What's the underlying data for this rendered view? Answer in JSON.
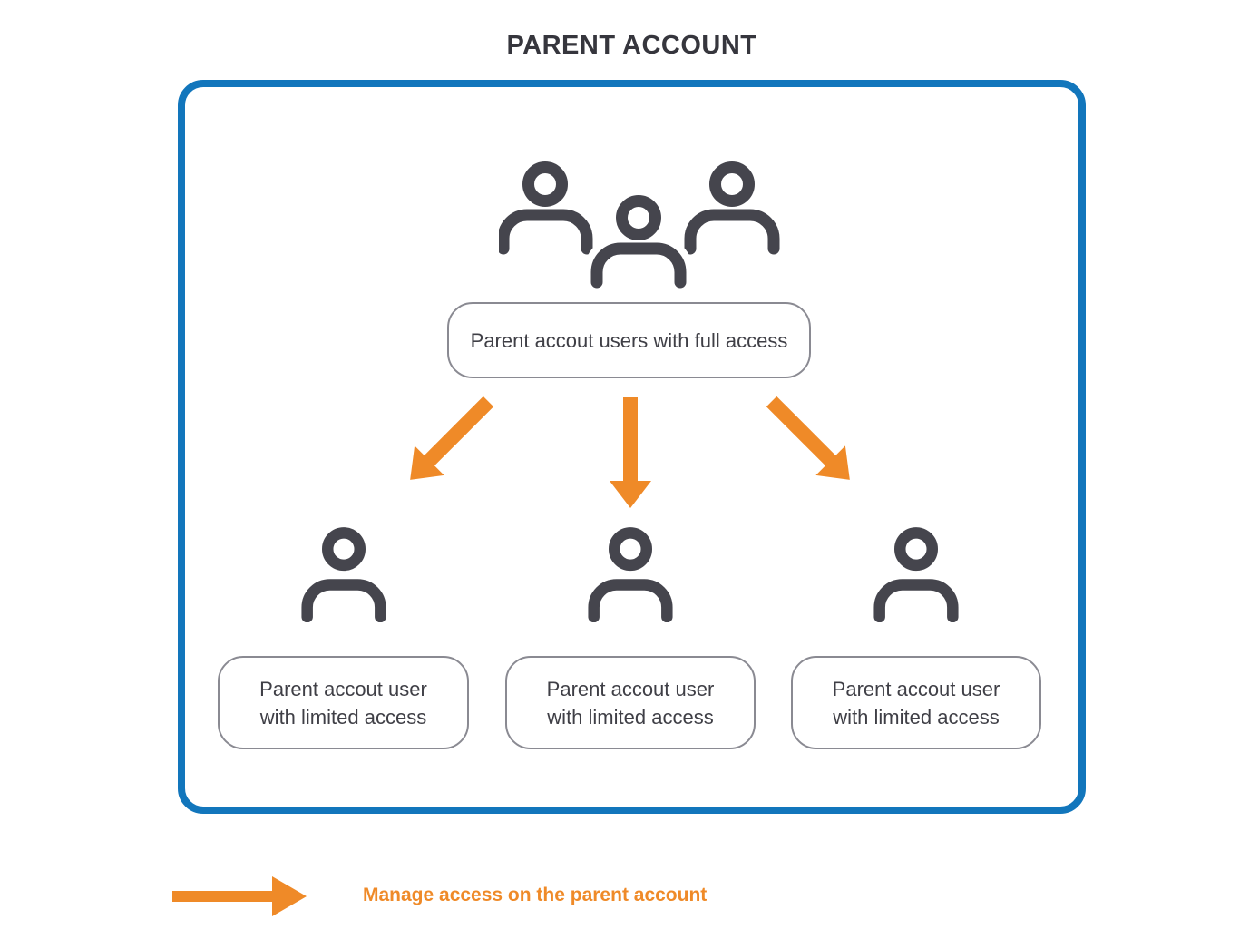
{
  "title": "PARENT ACCOUNT",
  "parent_box": {
    "full_access_group": {
      "icon": "users-group-icon",
      "label": "Parent accout users with full access"
    },
    "limited_users": [
      {
        "icon": "user-icon",
        "label_line1": "Parent accout user",
        "label_line2": "with limited access"
      },
      {
        "icon": "user-icon",
        "label_line1": "Parent accout user",
        "label_line2": "with limited access"
      },
      {
        "icon": "user-icon",
        "label_line1": "Parent accout user",
        "label_line2": "with limited access"
      }
    ],
    "arrows": [
      "arrow-down-left-icon",
      "arrow-down-icon",
      "arrow-down-right-icon"
    ]
  },
  "legend": {
    "icon": "arrow-right-icon",
    "label": "Manage access on the parent account"
  },
  "colors": {
    "border_blue": "#1276bc",
    "arrow_orange": "#ef8a28",
    "icon_gray": "#45454d",
    "text_gray": "#3f3f46",
    "pill_border_gray": "#8a8a92"
  }
}
